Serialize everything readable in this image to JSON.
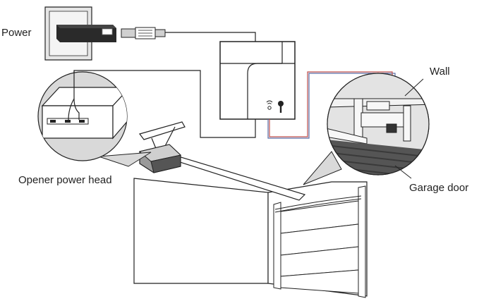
{
  "labels": {
    "power": "Power",
    "wall": "Wall",
    "opener_power_head": "Opener power head",
    "garage_door": "Garage door"
  },
  "colors": {
    "line": "#222222",
    "light_gray": "#d9d9d9",
    "mid_gray": "#bdbdbd",
    "dark_gray": "#555555",
    "wire_red": "#c0504d",
    "wire_blue": "#5b6ea6"
  },
  "icons": [
    "power-adapter-icon",
    "usb-plug-icon",
    "wifi-icon",
    "sensor-icon"
  ]
}
